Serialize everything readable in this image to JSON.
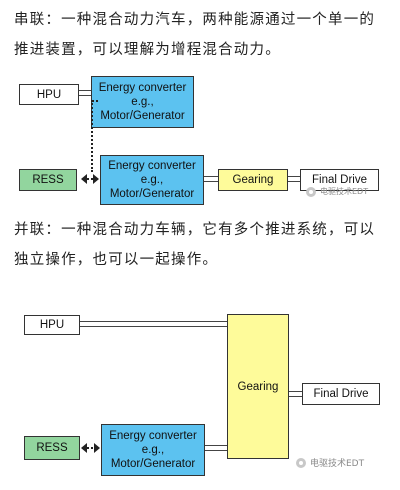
{
  "series_text": "串联：一种混合动力汽车，两种能源通过一个单一的推进装置，可以理解为增程混合动力。",
  "parallel_text": "并联：一种混合动力车辆，它有多个推进系统，可以独立操作，也可以一起操作。",
  "diagram_series": {
    "hpu": "HPU",
    "converter_top": "Energy converter e.g., Motor/Generator",
    "ress": "RESS",
    "converter_bottom": "Energy converter e.g., Motor/Generator",
    "gearing": "Gearing",
    "final_drive": "Final Drive"
  },
  "diagram_parallel": {
    "hpu": "HPU",
    "gearing": "Gearing",
    "final_drive": "Final Drive",
    "ress": "RESS",
    "converter": "Energy converter e.g., Motor/Generator"
  },
  "watermark": "电驱技术EDT",
  "colors": {
    "green": "#92d59e",
    "blue": "#5cc2f0",
    "yellow": "#fefb9a"
  }
}
